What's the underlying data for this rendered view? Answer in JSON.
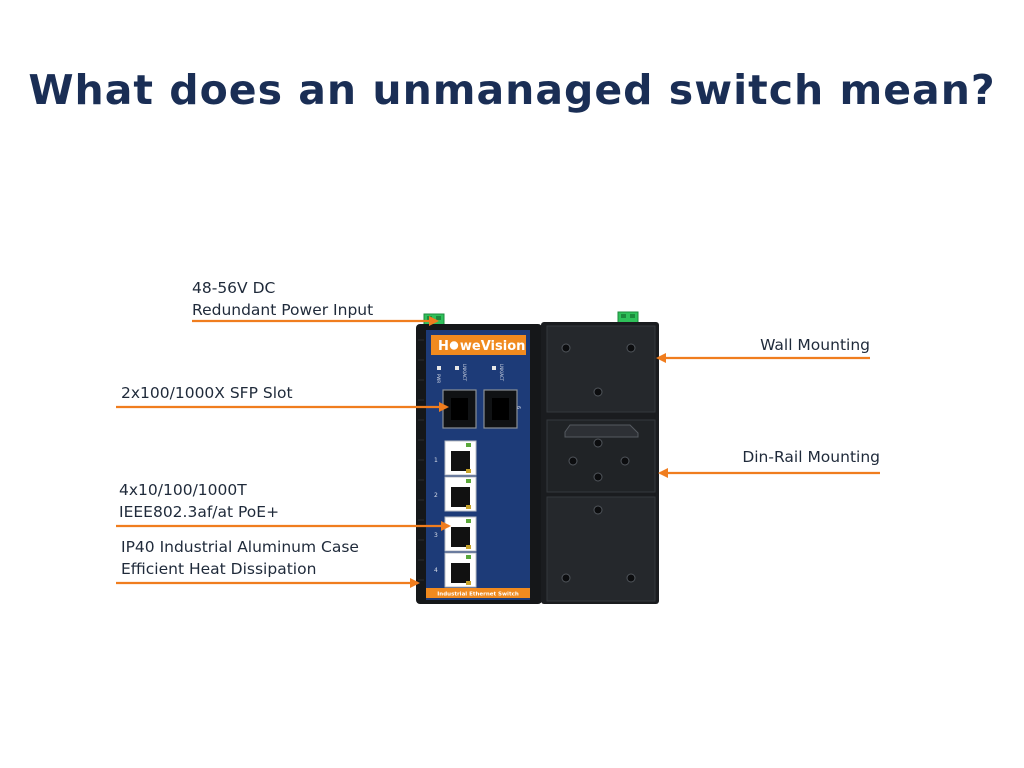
{
  "slide": {
    "title": "What does an unmanaged switch mean?"
  },
  "callouts": {
    "power": {
      "line1": "48-56V DC",
      "line2": "Redundant Power Input"
    },
    "sfp": {
      "line1": "2x100/1000X SFP Slot"
    },
    "poe": {
      "line1": "4x10/100/1000T",
      "line2": "IEEE802.3af/at PoE+"
    },
    "case": {
      "line1": "IP40 Industrial Aluminum Case",
      "line2": "Efficient Heat Dissipation"
    },
    "wall": {
      "line1": "Wall Mounting"
    },
    "dinrail": {
      "line1": "Din-Rail Mounting"
    }
  },
  "device": {
    "brand_prefix": "H",
    "brand_rest": "weVision",
    "footer_label": "Industrial Ethernet Switch",
    "led_labels": [
      "PWR",
      "LNK/ACT",
      "LNK/ACT"
    ],
    "sfp_port_label": "6",
    "rj45_port_labels": [
      "1",
      "2",
      "3",
      "4"
    ]
  },
  "colors": {
    "title": "#1a2e55",
    "arrow": "#f07d1e",
    "panel_blue": "#1d3b78",
    "brand_orange": "#f08a1f",
    "chassis": "#151719",
    "terminal_green": "#2fc15a"
  }
}
